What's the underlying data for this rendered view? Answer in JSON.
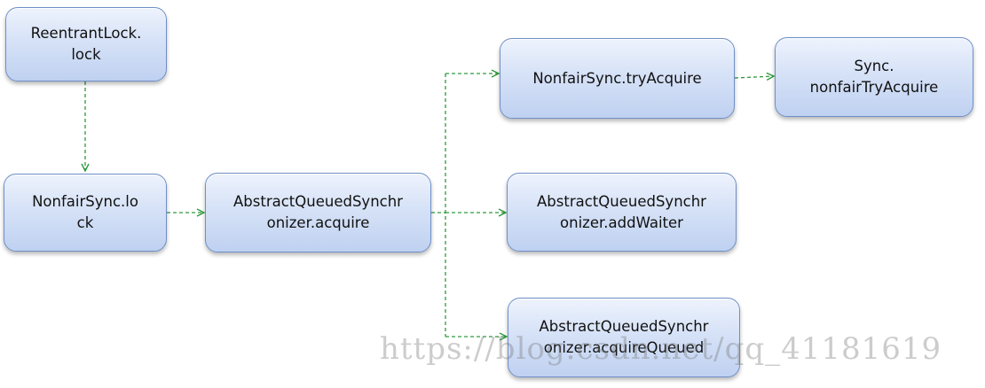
{
  "nodes": {
    "reentrant_lock": "ReentrantLock.\nlock",
    "nonfair_lock": "NonfairSync.lo\nck",
    "aqs_acquire": "AbstractQueuedSynchr\nonizer.acquire",
    "nonfair_try_acquire": "NonfairSync.tryAcquire",
    "sync_nonfair_try_acquire": "Sync.\nnonfairTryAcquire",
    "aqs_add_waiter": "AbstractQueuedSynchr\nonizer.addWaiter",
    "aqs_acquire_queued": "AbstractQueuedSynchr\nonizer.acquireQueued"
  },
  "watermark": "https://blog.csdn.net/qq_41181619",
  "colors": {
    "node_border": "#6f8fc7",
    "node_fill_top": "#eef3fd",
    "node_fill_bottom": "#bfd1f1",
    "connector": "#2e9a3e",
    "background": "#ffffff"
  }
}
